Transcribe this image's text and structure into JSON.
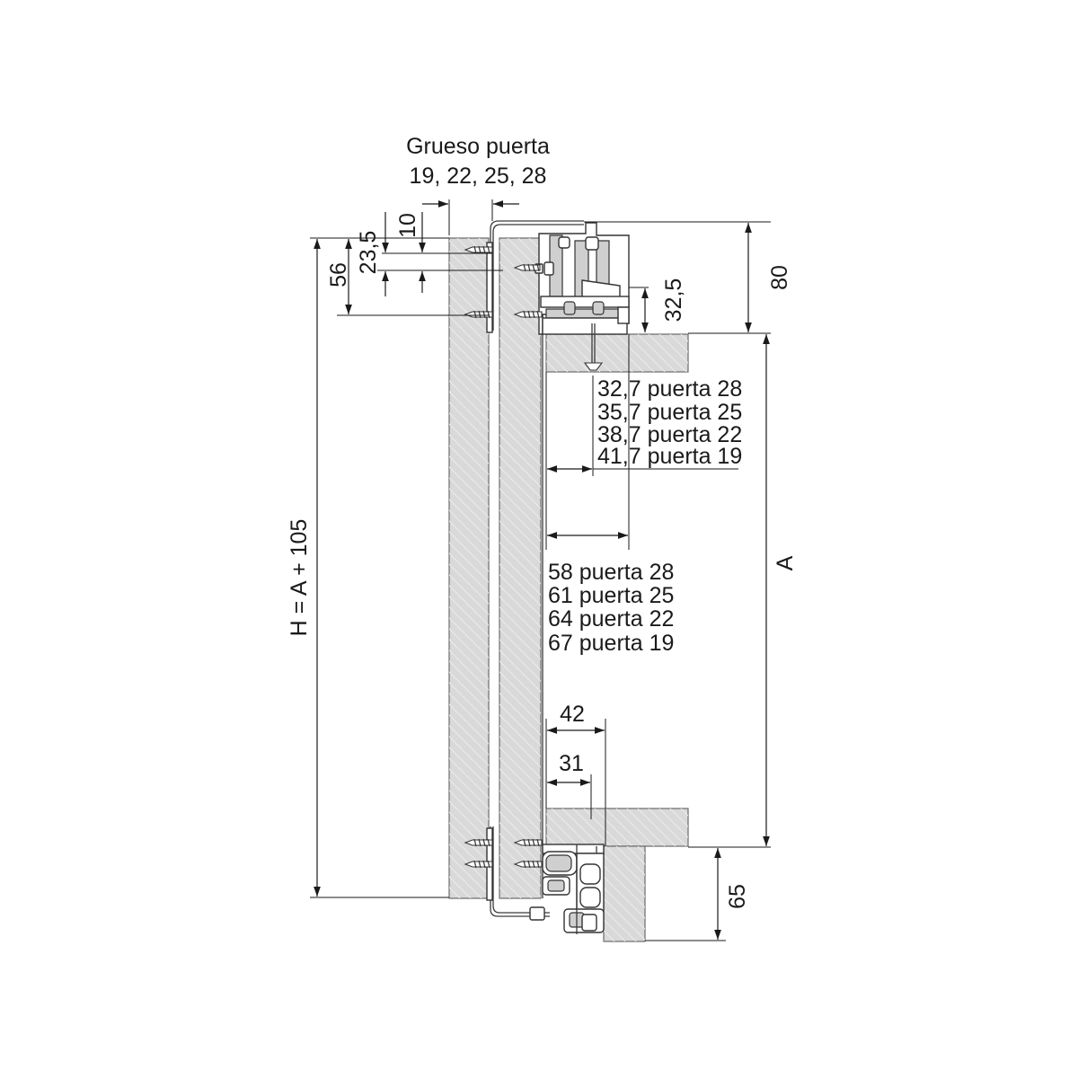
{
  "door_thickness": {
    "title": "Grueso puerta",
    "values": "19, 22, 25, 28"
  },
  "dimensions": {
    "d10": "10",
    "d23_5": "23,5",
    "d56": "56",
    "d80": "80",
    "d32_5": "32,5",
    "height_formula": "H = A + 105",
    "a": "A",
    "d42": "42",
    "d31": "31",
    "d65": "65"
  },
  "top_offset_table": [
    "32,7 puerta 28",
    "35,7 puerta 25",
    "38,7 puerta 22",
    "41,7 puerta 19"
  ],
  "mid_offset_table": [
    "58 puerta 28",
    "61 puerta 25",
    "64 puerta 22",
    "67 puerta 19"
  ]
}
